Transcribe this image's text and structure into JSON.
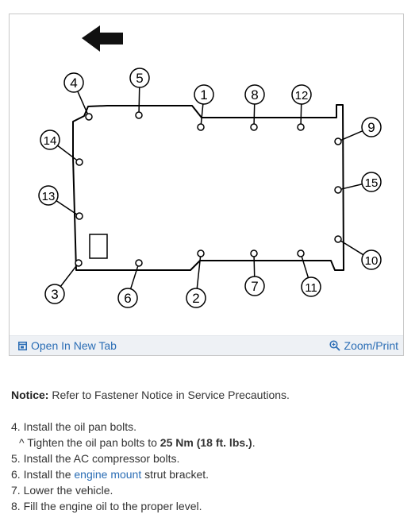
{
  "figure": {
    "open_tab_label": "Open In New Tab",
    "zoom_label": "Zoom/Print",
    "open_tab_icon": "external-window-icon",
    "zoom_icon": "magnifier-plus-icon",
    "direction_icon": "left-arrow-icon",
    "bolt_labels": [
      "1",
      "2",
      "3",
      "4",
      "5",
      "6",
      "7",
      "8",
      "9",
      "10",
      "11",
      "12",
      "13",
      "14",
      "15"
    ]
  },
  "notice": {
    "label": "Notice:",
    "text": " Refer to Fastener Notice in Service Precautions."
  },
  "steps": {
    "s4": "4. Install the oil pan bolts.",
    "sub_prefix": "^  Tighten the oil pan bolts to ",
    "sub_value": "25 Nm (18 ft. lbs.)",
    "sub_suffix": ".",
    "s5": "5. Install the AC compressor bolts.",
    "s6_prefix": "6. Install the ",
    "s6_link": "engine mount",
    "s6_suffix": " strut bracket.",
    "s7": "7. Lower the vehicle.",
    "s8": "8. Fill the engine oil to the proper level."
  }
}
